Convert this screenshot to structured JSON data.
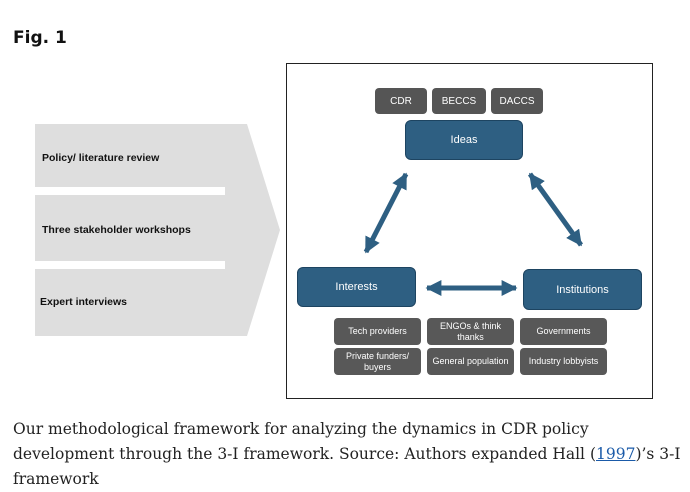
{
  "figure_label": "Fig. 1",
  "methods": {
    "items": [
      "Policy/ literature review",
      "Three stakeholder workshops",
      "Expert interviews"
    ],
    "fill_color": "#dedede"
  },
  "diagram": {
    "ideas_tags": [
      "CDR",
      "BECCS",
      "DACCS"
    ],
    "ideas_label": "Ideas",
    "interests_label": "Interests",
    "institutions_label": "Institutions",
    "interests_actors": [
      "Tech providers",
      "ENGOs & think thanks",
      "Private funders/ buyers",
      "General population"
    ],
    "institutions_actors": [
      "Governments",
      "Industry lobbyists"
    ],
    "main_color": "#2e5f82",
    "tag_color": "#555555"
  },
  "caption": {
    "text_before": "Our methodological framework for analyzing the dynamics in CDR policy development through the 3-I framework. Source: Authors expanded Hall (",
    "link_text": "1997",
    "text_after": ")’s 3-I framework",
    "link_color": "#1a5aa8"
  }
}
